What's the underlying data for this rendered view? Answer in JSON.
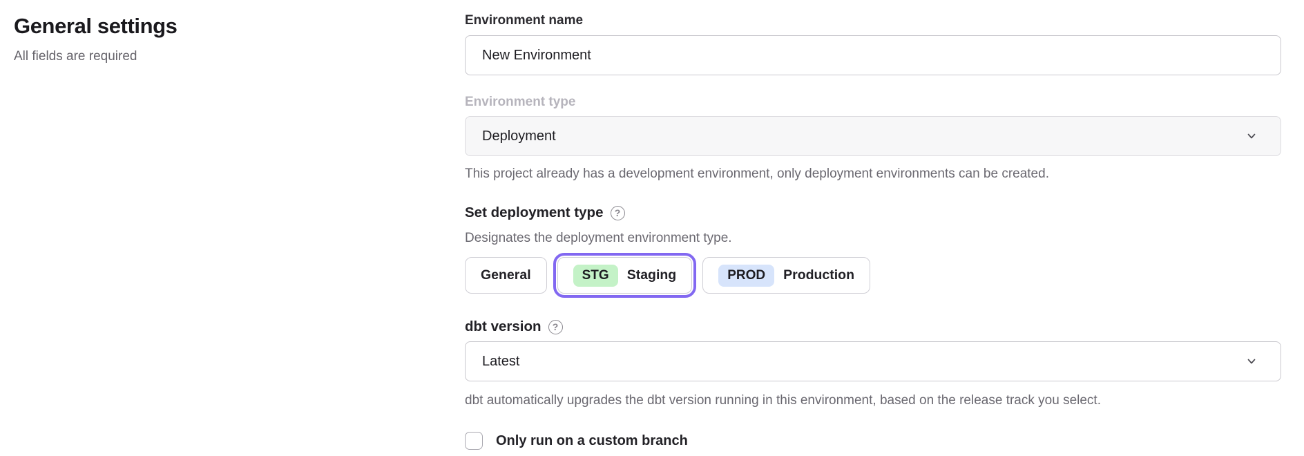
{
  "page": {
    "title": "General settings",
    "subtitle": "All fields are required"
  },
  "form": {
    "environment_name": {
      "label": "Environment name",
      "value": "New Environment"
    },
    "environment_type": {
      "label": "Environment type",
      "value": "Deployment",
      "disabled": true,
      "helper": "This project already has a development environment, only deployment environments can be created."
    },
    "deployment_type": {
      "label": "Set deployment type",
      "help_glyph": "?",
      "description": "Designates the deployment environment type.",
      "options": [
        {
          "label": "General",
          "badge": "",
          "selected": false
        },
        {
          "label": "Staging",
          "badge": "STG",
          "badge_color": "#c4f2c7",
          "selected": true
        },
        {
          "label": "Production",
          "badge": "PROD",
          "badge_color": "#d7e4fb",
          "selected": false
        }
      ]
    },
    "dbt_version": {
      "label": "dbt version",
      "help_glyph": "?",
      "value": "Latest",
      "helper": "dbt automatically upgrades the dbt version running in this environment, based on the release track you select."
    },
    "custom_branch": {
      "label": "Only run on a custom branch",
      "checked": false
    }
  },
  "colors": {
    "accent_ring": "#8268f1",
    "stg_badge_bg": "#c4f2c7",
    "prod_badge_bg": "#d7e4fb",
    "disabled_field_bg": "#f7f7f8"
  }
}
